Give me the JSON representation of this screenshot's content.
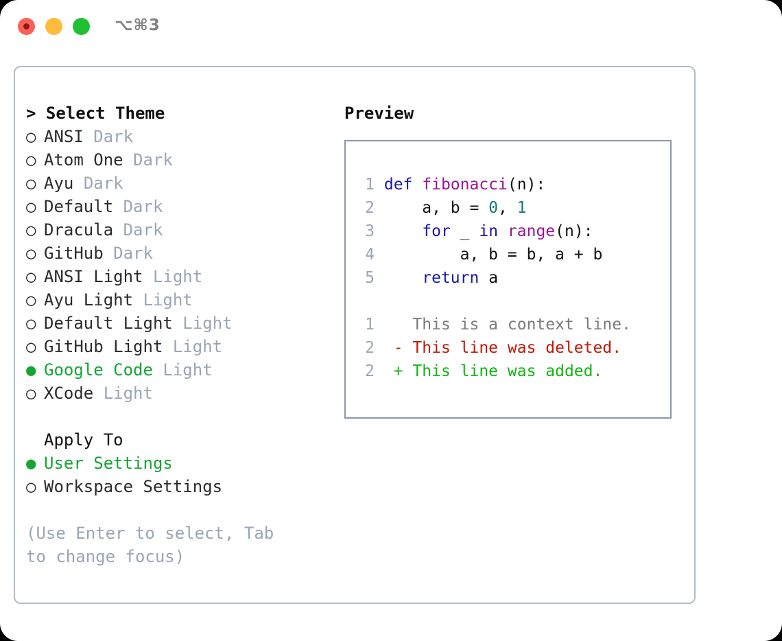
{
  "titlebar": {
    "shortcut": "⌥⌘3",
    "buttons": {
      "close": "close-traffic-light",
      "minimize": "minimize-traffic-light",
      "maximize": "maximize-traffic-light"
    }
  },
  "theme_panel": {
    "header": "> Select Theme",
    "selected_bullet": "●",
    "unselected_bullet": "○",
    "items": [
      {
        "bullet": "○",
        "name": "ANSI",
        "tag": "Dark",
        "selected": false
      },
      {
        "bullet": "○",
        "name": "Atom One",
        "tag": "Dark",
        "selected": false
      },
      {
        "bullet": "○",
        "name": "Ayu",
        "tag": "Dark",
        "selected": false
      },
      {
        "bullet": "○",
        "name": "Default",
        "tag": "Dark",
        "selected": false
      },
      {
        "bullet": "○",
        "name": "Dracula",
        "tag": "Dark",
        "selected": false
      },
      {
        "bullet": "○",
        "name": "GitHub",
        "tag": "Dark",
        "selected": false
      },
      {
        "bullet": "○",
        "name": "ANSI Light",
        "tag": "Light",
        "selected": false
      },
      {
        "bullet": "○",
        "name": "Ayu Light",
        "tag": "Light",
        "selected": false
      },
      {
        "bullet": "○",
        "name": "Default Light",
        "tag": "Light",
        "selected": false
      },
      {
        "bullet": "○",
        "name": "GitHub Light",
        "tag": "Light",
        "selected": false
      },
      {
        "bullet": "●",
        "name": "Google Code",
        "tag": "Light",
        "selected": true
      },
      {
        "bullet": "○",
        "name": "XCode",
        "tag": "Light",
        "selected": false
      }
    ]
  },
  "apply_to": {
    "header": "Apply To",
    "items": [
      {
        "bullet": "●",
        "name": "User Settings",
        "selected": true
      },
      {
        "bullet": "○",
        "name": "Workspace Settings",
        "selected": false
      }
    ]
  },
  "hint": "(Use Enter to select, Tab to change focus)",
  "preview": {
    "title": "Preview",
    "code_lines": [
      {
        "n": "1",
        "parts": [
          {
            "t": "def ",
            "c": "kw"
          },
          {
            "t": "fibonacci",
            "c": "fn"
          },
          {
            "t": "(n):",
            "c": "pl"
          }
        ]
      },
      {
        "n": "2",
        "parts": [
          {
            "t": "    a, b = ",
            "c": "pl"
          },
          {
            "t": "0",
            "c": "num"
          },
          {
            "t": ", ",
            "c": "pl"
          },
          {
            "t": "1",
            "c": "num"
          }
        ]
      },
      {
        "n": "3",
        "parts": [
          {
            "t": "    ",
            "c": "pl"
          },
          {
            "t": "for",
            "c": "kw"
          },
          {
            "t": " _ ",
            "c": "pl"
          },
          {
            "t": "in",
            "c": "kw"
          },
          {
            "t": " ",
            "c": "pl"
          },
          {
            "t": "range",
            "c": "fn"
          },
          {
            "t": "(n):",
            "c": "pl"
          }
        ]
      },
      {
        "n": "4",
        "parts": [
          {
            "t": "        a, b = b, a + b",
            "c": "pl"
          }
        ]
      },
      {
        "n": "5",
        "parts": [
          {
            "t": "    ",
            "c": "pl"
          },
          {
            "t": "return",
            "c": "kw"
          },
          {
            "t": " a",
            "c": "pl"
          }
        ]
      }
    ],
    "diff_lines": [
      {
        "n": "1",
        "marker": " ",
        "text": " This is a context line.",
        "kind": "diff-ctx"
      },
      {
        "n": "2",
        "marker": "-",
        "text": " This line was deleted.",
        "kind": "diff-del"
      },
      {
        "n": "2",
        "marker": "+",
        "text": " This line was added.",
        "kind": "diff-add"
      }
    ]
  },
  "colors": {
    "accent_green": "#16a534",
    "tag_gray": "#9aa6b5",
    "keyword_blue": "#1818a8",
    "function_purple": "#9c1596",
    "number_teal": "#0f7b7b",
    "diff_deleted_red": "#c21807",
    "diff_added_green": "#11b511",
    "panel_border": "#b3bcc8",
    "preview_border": "#8b97a8",
    "traffic_red": "#fc6058",
    "traffic_yellow": "#fdbc40",
    "traffic_green": "#1fc133"
  }
}
